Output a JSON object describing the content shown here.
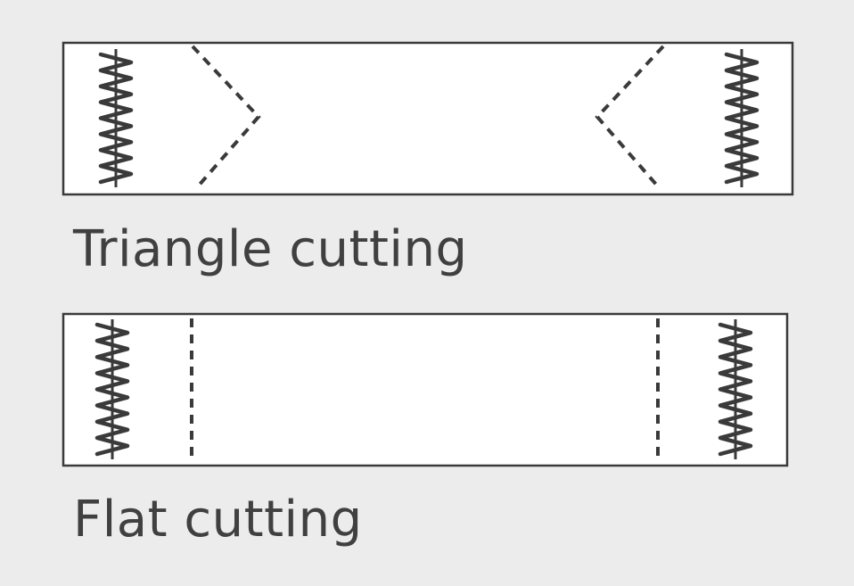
{
  "colors": {
    "background": "#ececec",
    "panel_fill": "#ffffff",
    "ink": "#3a3a3a",
    "text": "#404040"
  },
  "panels": [
    {
      "id": "triangle",
      "caption": "Triangle cutting",
      "cut_style": "triangle"
    },
    {
      "id": "flat",
      "caption": "Flat cutting",
      "cut_style": "flat"
    }
  ]
}
